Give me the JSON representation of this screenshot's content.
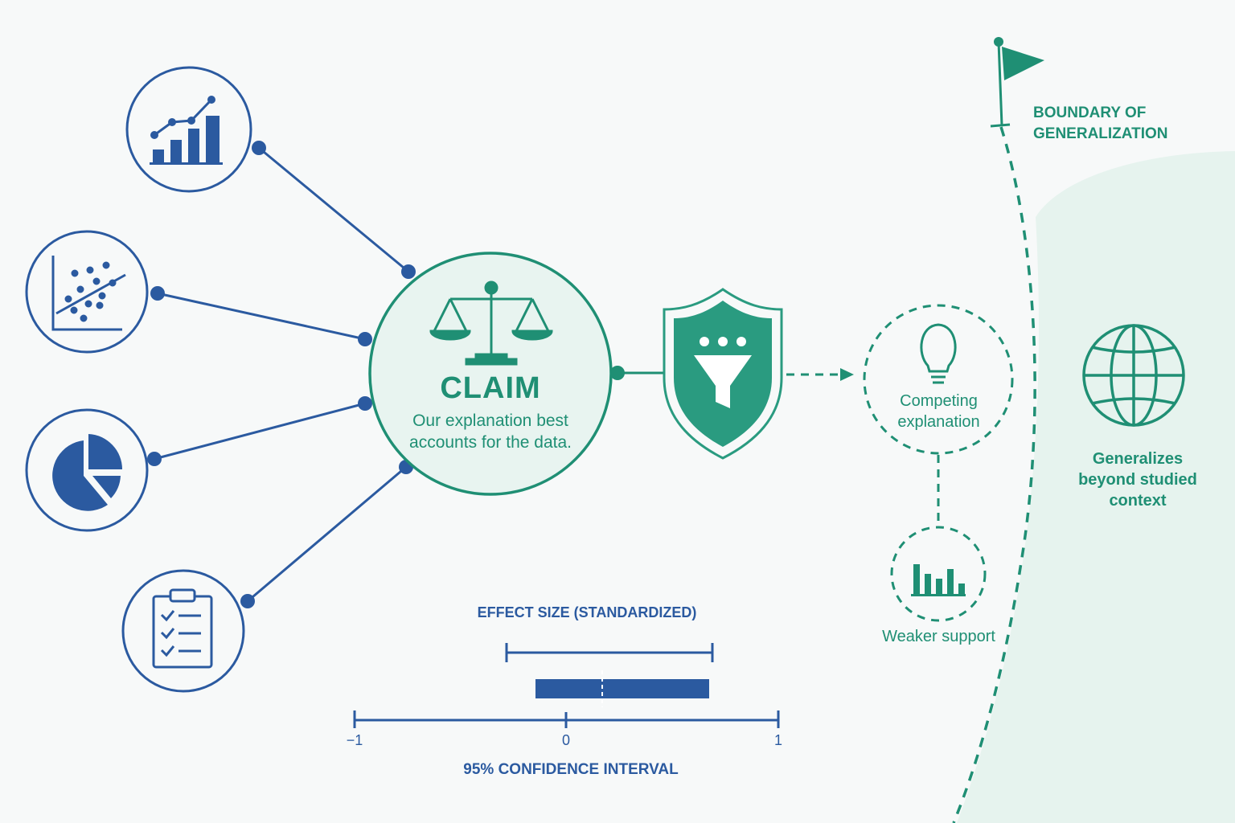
{
  "claim": {
    "title": "CLAIM",
    "text": "Our explanation best accounts for the data."
  },
  "competing": {
    "label": "Competing explanation"
  },
  "weaker": {
    "label": "Weaker support"
  },
  "boundary": {
    "line1": "BOUNDARY OF",
    "line2": "GENERALIZATION"
  },
  "generalizes": {
    "label": "Generalizes beyond studied context"
  },
  "effect": {
    "title": "EFFECT SIZE (STANDARDIZED)",
    "ci_label": "95% CONFIDENCE INTERVAL",
    "ticks": [
      "−1",
      "0",
      "1"
    ]
  },
  "icons": {
    "evidence": [
      "bar-line-chart-icon",
      "scatter-plot-icon",
      "pie-chart-icon",
      "checklist-clipboard-icon"
    ],
    "claim": "balance-scale-icon",
    "filter": "shield-filter-icon",
    "competing": "lightbulb-icon",
    "weaker": "small-bar-chart-icon",
    "boundary": "flag-icon",
    "generalizes": "globe-icon"
  },
  "colors": {
    "blue": "#2b5aa0",
    "green": "#1f8f74",
    "shield": "#2a9b80",
    "claim_fill": "#e8f4f0",
    "region_fill": "#e6f3ee"
  }
}
